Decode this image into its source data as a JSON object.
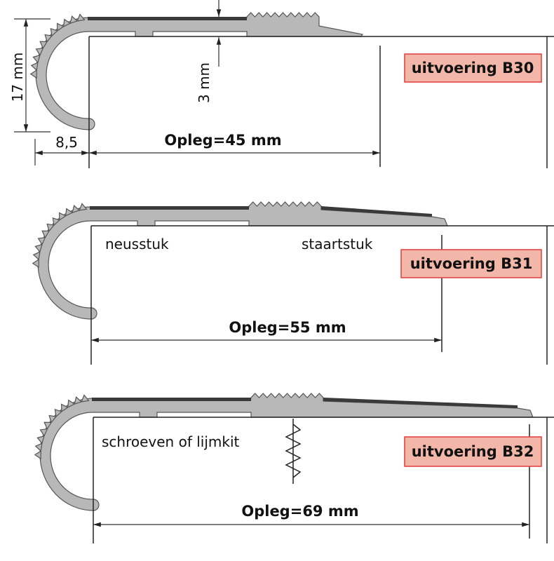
{
  "colors": {
    "profile": "#b8b8b8",
    "strip": "#3a3a3a",
    "badge_fill": "#f2b7a8",
    "badge_border": "#e03c3c"
  },
  "sections": [
    {
      "badge": "uitvoering B30",
      "opleg": "Opleg=45 mm",
      "height_dim": "17 mm",
      "nose_dim": "8,5",
      "thickness_dim": "3 mm"
    },
    {
      "badge": "uitvoering B31",
      "opleg": "Opleg=55 mm",
      "label_front": "neusstuk",
      "label_tail": "staartstuk"
    },
    {
      "badge": "uitvoering B32",
      "opleg": "Opleg=69 mm",
      "label_fix": "schroeven of lijmkit"
    }
  ]
}
